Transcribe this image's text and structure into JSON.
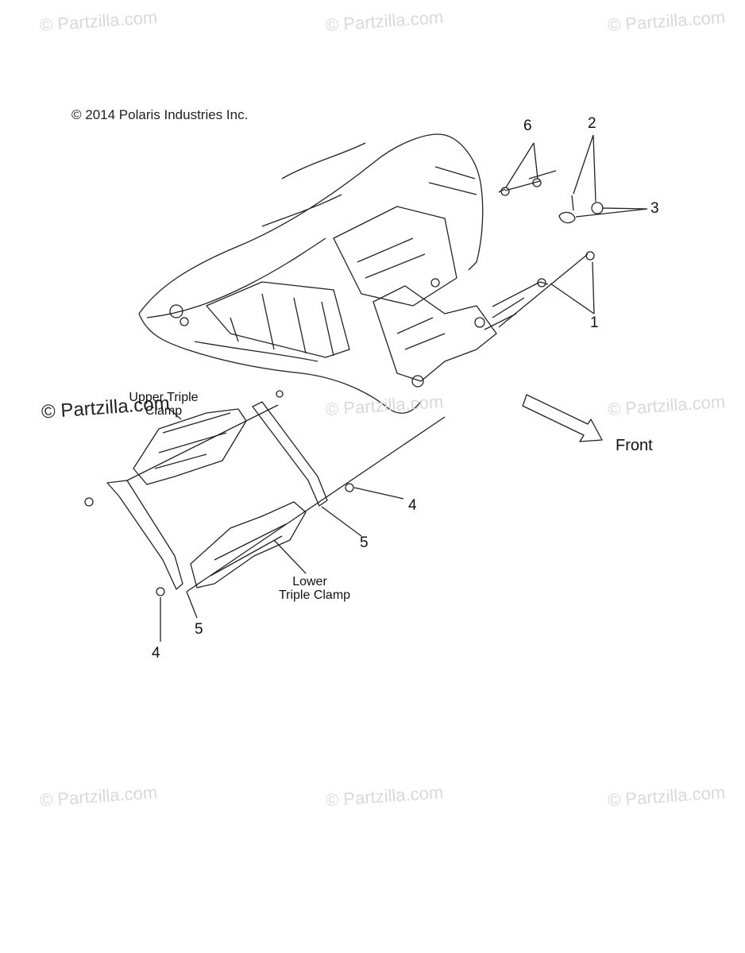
{
  "copyright": "© 2014 Polaris Industries Inc.",
  "watermark": "© Partzilla.com",
  "watermark_highlight": "© Partzilla.com",
  "callouts": [
    "1",
    "2",
    "3",
    "4",
    "4",
    "5",
    "5",
    "6"
  ],
  "labels": {
    "upper_clamp": "Upper Triple Clamp",
    "lower_clamp_line1": "Lower",
    "lower_clamp_line2": "Triple Clamp",
    "front": "Front"
  },
  "colors": {
    "line": "#222222",
    "watermark": "#d9d9d9"
  }
}
